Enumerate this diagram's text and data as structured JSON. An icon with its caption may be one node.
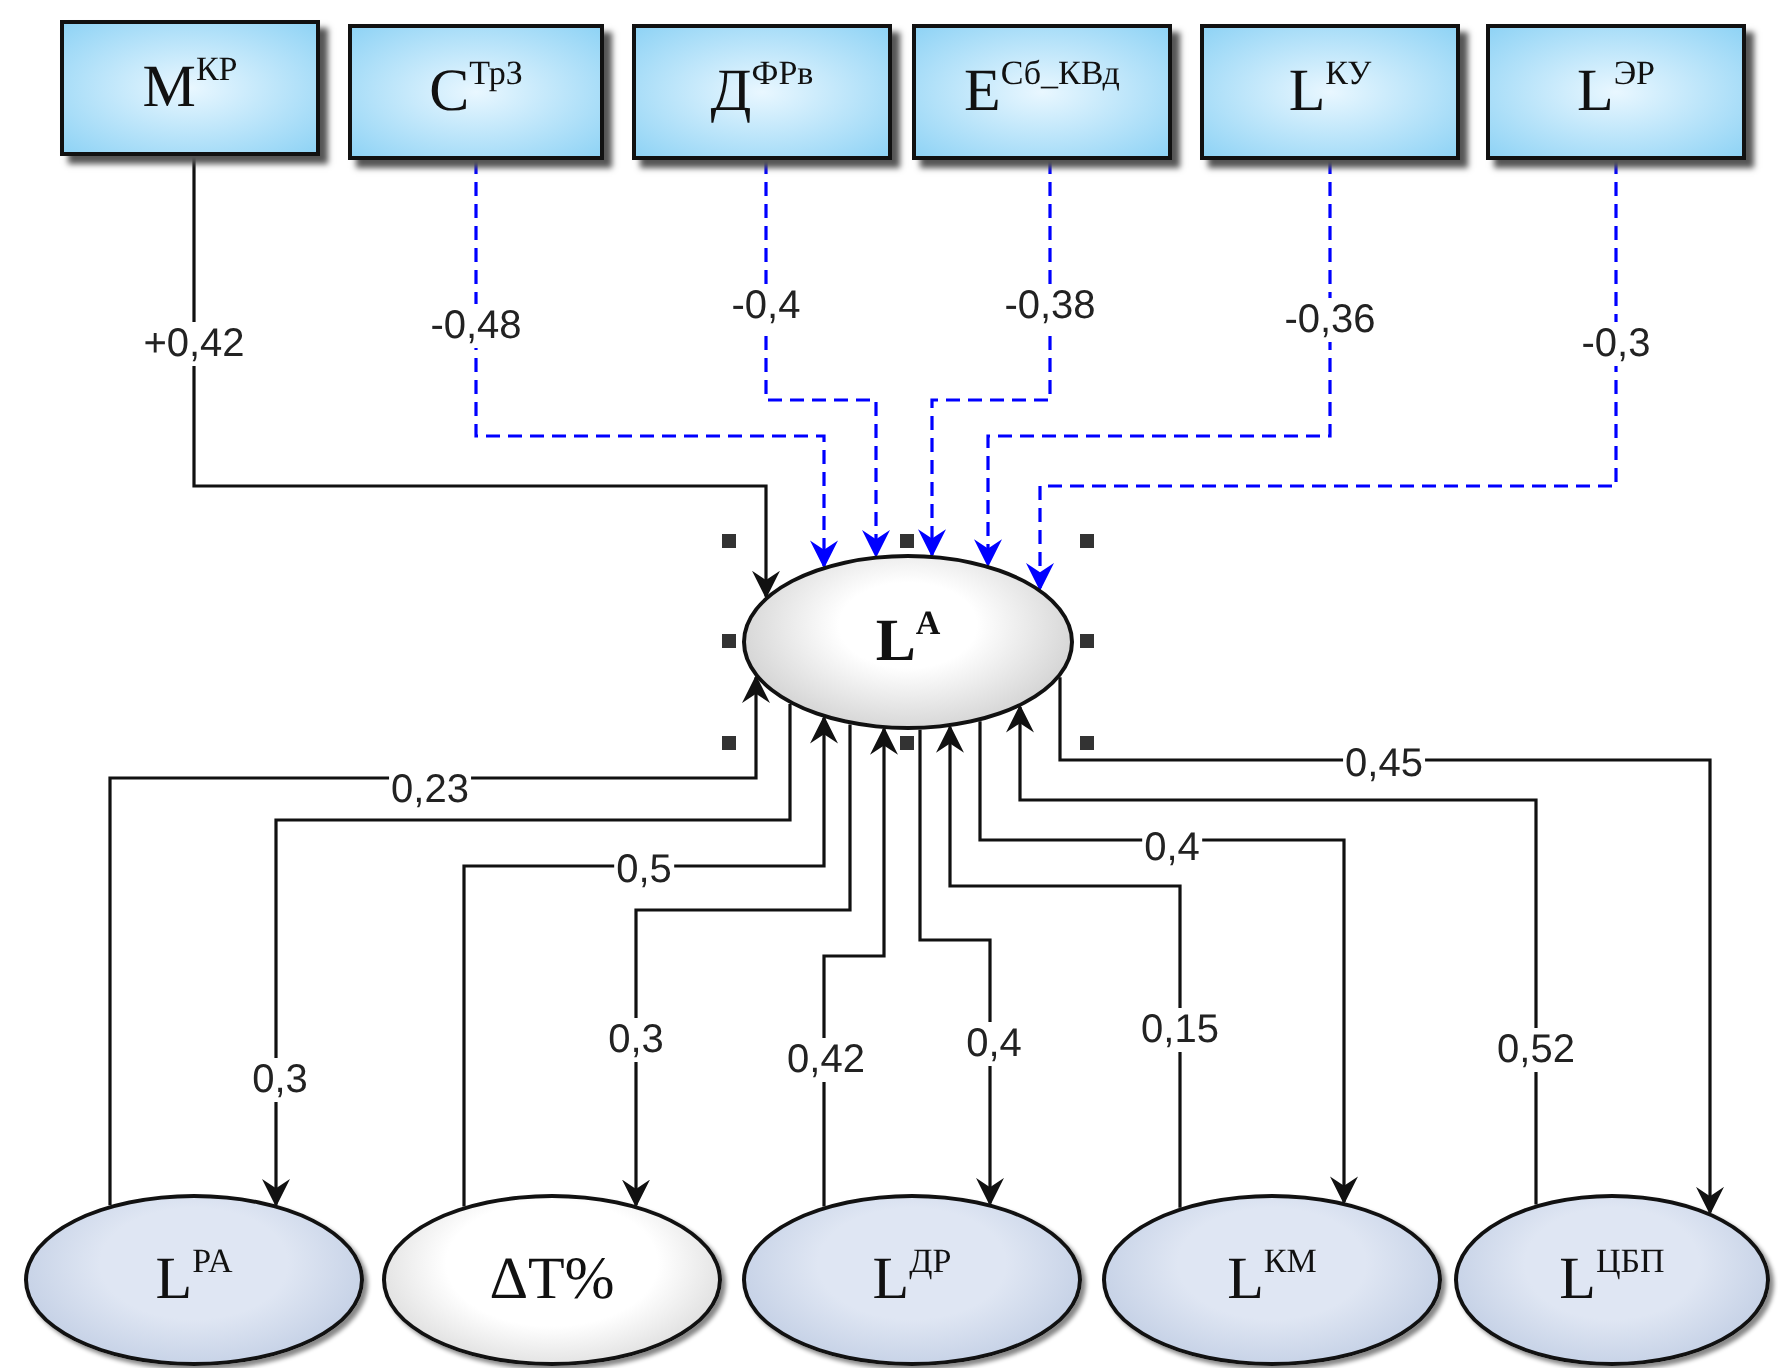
{
  "diagram": {
    "nodes": [
      {
        "text": [
          "M$^{КР}$"
        ]
      },
      {
        "text": [
          "C$^{ТрЗ}$"
        ]
      },
      {
        "text": [
          "Д$^{ФРв}$"
        ]
      },
      {
        "text": [
          "E$^{Сб_КВд}$"
        ]
      },
      {
        "text": [
          "L$^{КУ}$"
        ]
      },
      {
        "text": [
          "L$^{ЭР}$"
        ]
      },
      {
        "text": [
          "L$^{A}$"
        ]
      },
      {
        "text": [
          "L$^{PA}$"
        ]
      },
      {
        "text": [
          "ΔT%"
        ]
      },
      {
        "text": [
          "L$^{ДР}$"
        ]
      },
      {
        "text": [
          "L$^{КМ}$"
        ]
      },
      {
        "text": [
          "L$^{ЦБП}$"
        ]
      }
    ],
    "edges": [
      {
        "from": 0,
        "to": 6,
        "arrow": "to",
        "label": "+0,42"
      },
      {
        "from": 1,
        "to": 6,
        "arrow": "to",
        "label": "-0,48",
        "style": "dashed",
        "color": "#0000ff"
      },
      {
        "from": 2,
        "to": 6,
        "arrow": "to",
        "label": "-0,4",
        "style": "dashed",
        "color": "#0000ff"
      },
      {
        "from": 3,
        "to": 6,
        "arrow": "to",
        "label": "-0,38",
        "style": "dashed",
        "color": "#0000ff"
      },
      {
        "from": 4,
        "to": 6,
        "arrow": "to",
        "label": "-0,36",
        "style": "dashed",
        "color": "#0000ff"
      },
      {
        "from": 5,
        "to": 6,
        "arrow": "to",
        "label": "-0,3",
        "style": "dashed",
        "color": "#0000ff"
      },
      {
        "from": 7,
        "to": 6,
        "arrow": "to",
        "label": "0,23"
      },
      {
        "from": 6,
        "to": 7,
        "arrow": "to",
        "label": "0,3"
      },
      {
        "from": 8,
        "to": 6,
        "arrow": "to",
        "label": "0,5"
      },
      {
        "from": 6,
        "to": 8,
        "arrow": "to",
        "label": "0,3"
      },
      {
        "from": 9,
        "to": 6,
        "arrow": "to",
        "label": "0,42"
      },
      {
        "from": 6,
        "to": 9,
        "arrow": "to",
        "label": "0,4"
      },
      {
        "from": 10,
        "to": 6,
        "arrow": "to",
        "label": "0,15"
      },
      {
        "from": 6,
        "to": 10,
        "arrow": "to",
        "label": "0,4"
      },
      {
        "from": 11,
        "to": 6,
        "arrow": "to",
        "label": "0,52"
      },
      {
        "from": 6,
        "to": 11,
        "arrow": "to",
        "label": "0,45"
      }
    ]
  }
}
